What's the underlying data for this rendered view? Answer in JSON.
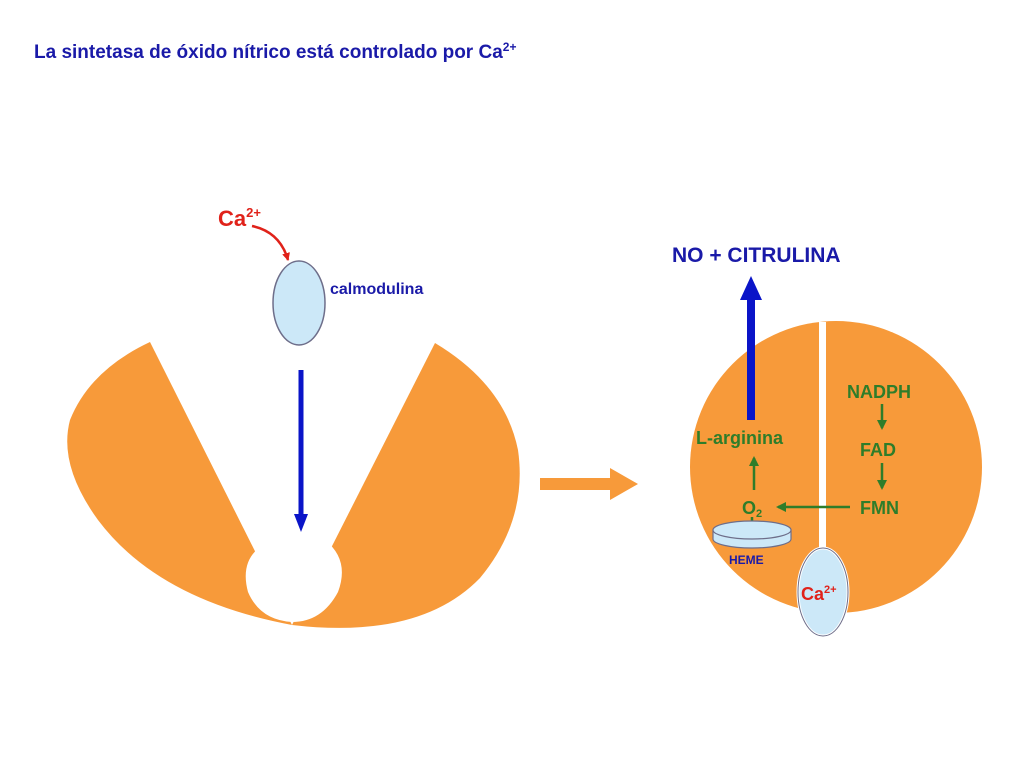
{
  "title": {
    "main": "La sintetasa de óxido nítrico está controlado por Ca",
    "superscript": "2+"
  },
  "left_panel": {
    "calcium_ion": {
      "base": "Ca",
      "superscript": "2+"
    },
    "calmodulin_label": "calmodulina"
  },
  "right_panel": {
    "product_label": "NO + CITRULINA",
    "substrate_label": "L-arginina",
    "oxygen": {
      "base": "O",
      "subscript": "2"
    },
    "heme_label": "HEME",
    "cofactors": [
      "NADPH",
      "FAD",
      "FMN"
    ],
    "calcium_ion": {
      "base": "Ca",
      "superscript": "2+"
    }
  },
  "colors": {
    "title_text": "#1a1aa8",
    "enzyme_orange": "#f79a3a",
    "calmodulin_fill": "#cce8f8",
    "calmodulin_stroke": "#6e6e8a",
    "blue_arrow": "#0a14c8",
    "red_text": "#e0221a",
    "green_text": "#2e7d2a",
    "transition_arrow": "#f79a3a",
    "heme_fill": "#cce8f8"
  }
}
